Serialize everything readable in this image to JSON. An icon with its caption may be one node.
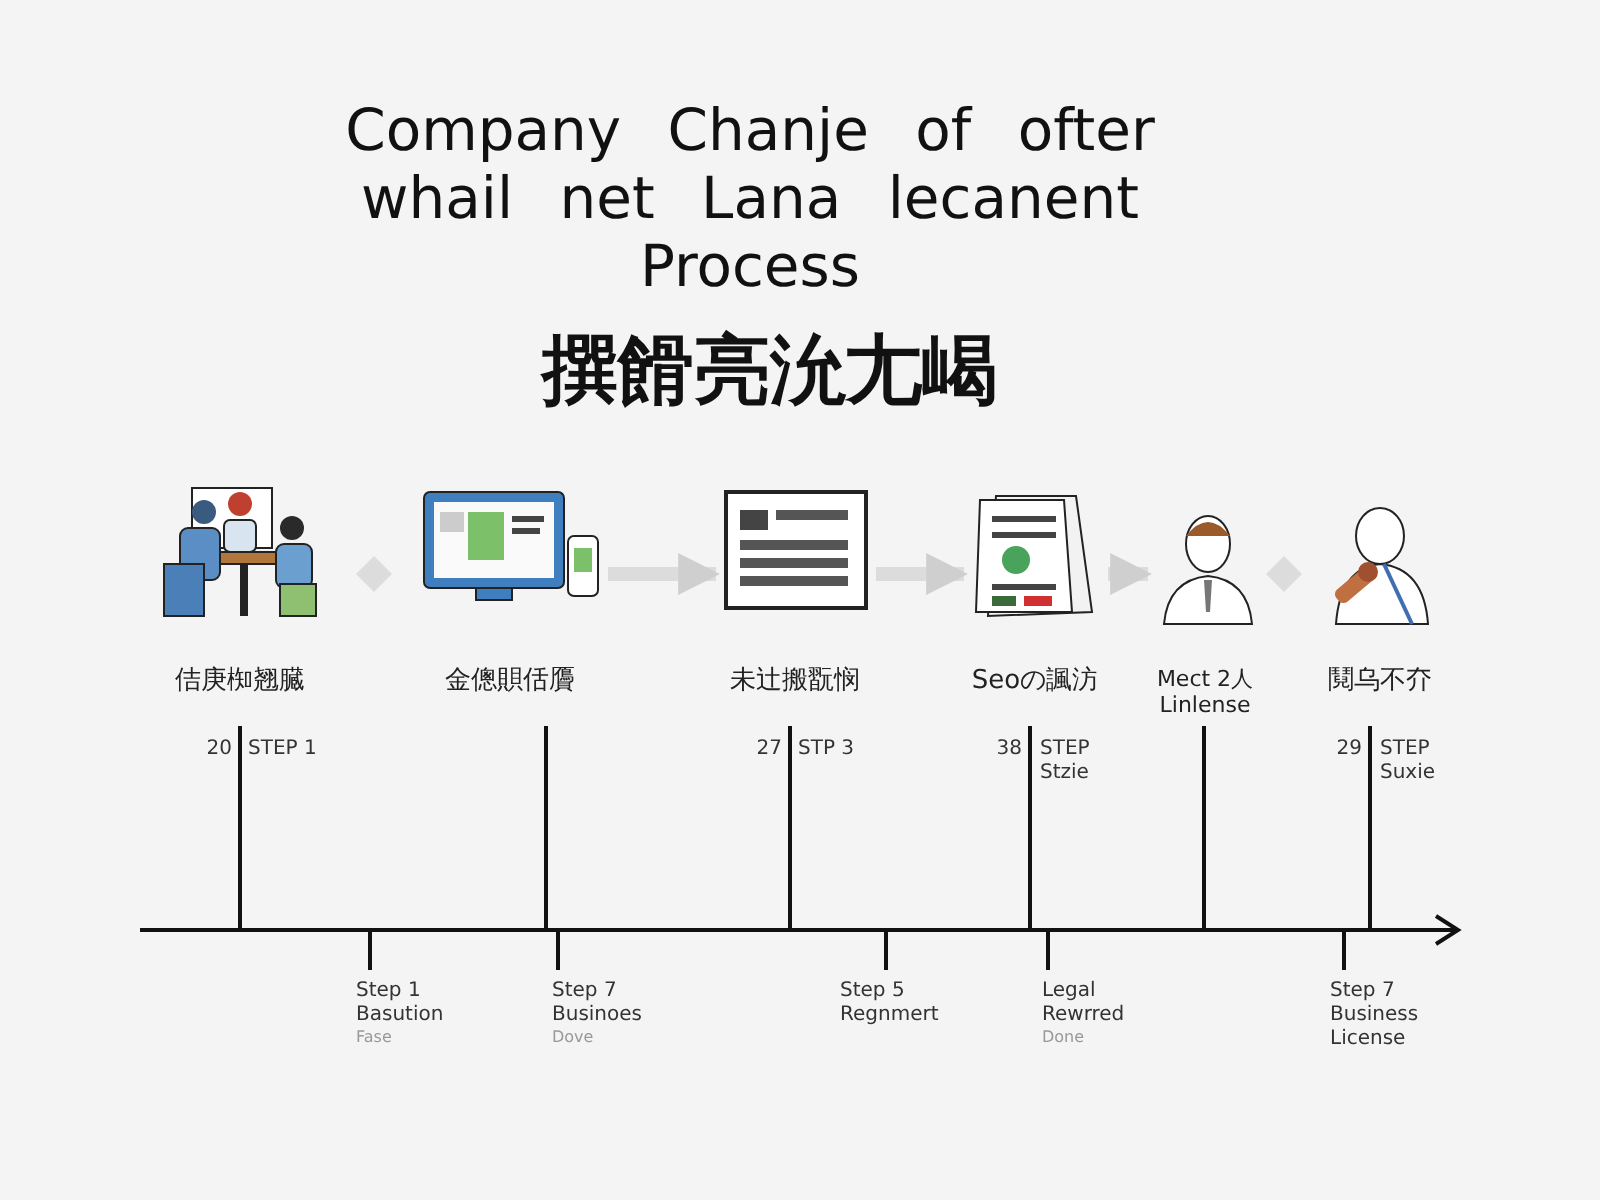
{
  "diagram": {
    "title": "Company Chanje of ofter whail net Lana lecanent Process",
    "nodes": [
      {
        "text": [],
        "shape": "picture",
        "beside": [
          "佶庚椥翘臓"
        ]
      },
      {
        "text": [],
        "shape": "picture",
        "beside": [
          "金傯賏佸贗"
        ]
      },
      {
        "text": [],
        "shape": "picture",
        "beside": [
          "未辻搬翫悯"
        ]
      },
      {
        "text": [],
        "shape": "picture",
        "beside": [
          "Seoの諷汸"
        ]
      },
      {
        "text": [],
        "shape": "picture",
        "beside": [
          "Mect 2人 Linlense"
        ]
      },
      {
        "text": [],
        "shape": "picture",
        "beside": [
          "鬩乌不夰"
        ]
      }
    ],
    "edges": [
      {
        "from": 1,
        "to": 2,
        "arrow": "to"
      },
      {
        "from": 2,
        "to": 3,
        "arrow": "to"
      },
      {
        "from": 3,
        "to": 4,
        "arrow": "to"
      }
    ],
    "labels": [
      "撰餶亮沇尢嵑",
      "20",
      "STEP 1",
      "27",
      "STP 3",
      "38",
      "STEP Stzie",
      "29",
      "STEP Suxie",
      "Step 1 Basution",
      "Fase",
      "Step 7 Businoes",
      "Dove",
      "Step 5 Regnmert",
      "Legal Rewrred",
      "Done",
      "Step 7 Business License"
    ]
  }
}
